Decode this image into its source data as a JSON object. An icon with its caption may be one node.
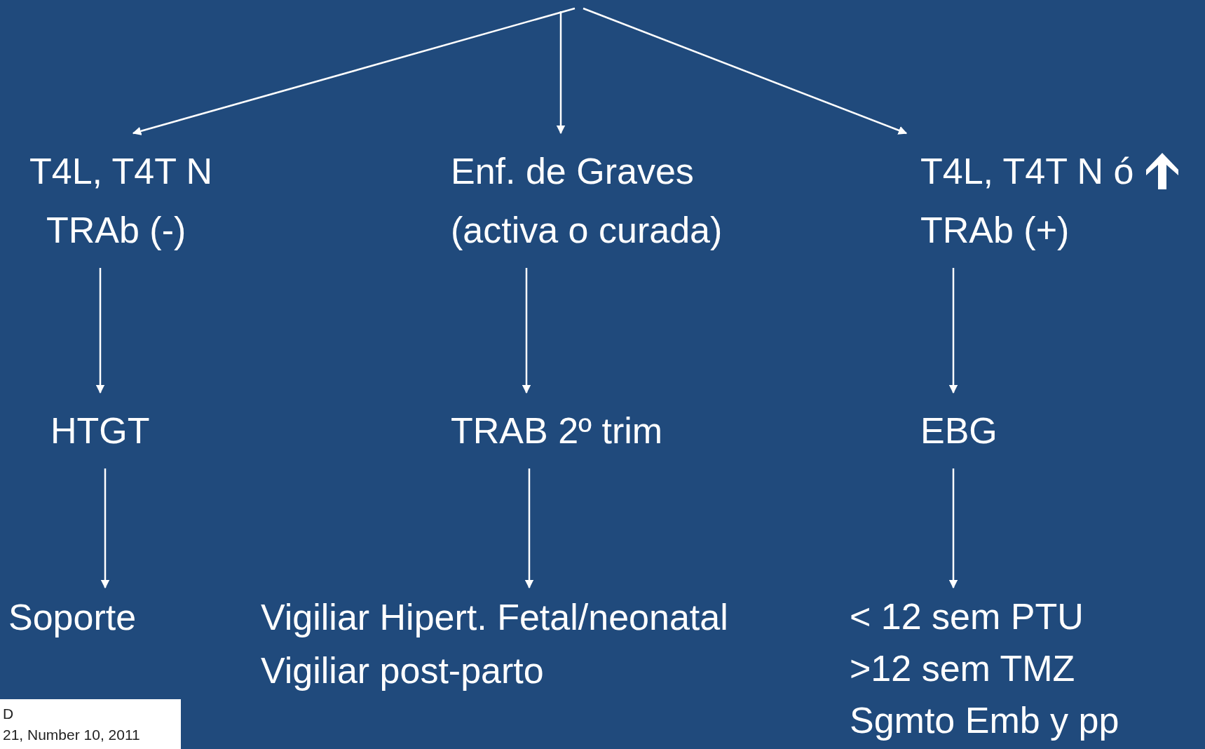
{
  "diagram": {
    "nodes": [
      {
        "text": [
          "T4L, T4T N",
          "TRAb (-)"
        ]
      },
      {
        "text": [
          "Enf. de Graves",
          "(activa o curada)"
        ]
      },
      {
        "text": [
          "T4L, T4T N ó",
          "TRAb (+)"
        ]
      },
      {
        "text": [
          "HTGT"
        ]
      },
      {
        "text": [
          "TRAB 2º trim"
        ]
      },
      {
        "text": [
          "EBG"
        ]
      },
      {
        "text": [
          "Soporte"
        ]
      },
      {
        "text": [
          "Vigiliar Hipert. Fetal/neonatal",
          "Vigiliar post-parto"
        ]
      },
      {
        "text": [
          "< 12 sem PTU",
          ">12 sem TMZ",
          "Sgmto Emb y pp"
        ]
      }
    ],
    "edges": [
      {
        "from": null,
        "to": 0,
        "arrow": "to"
      },
      {
        "from": null,
        "to": 1,
        "arrow": "to"
      },
      {
        "from": null,
        "to": 2,
        "arrow": "to"
      },
      {
        "from": 0,
        "to": 3,
        "arrow": "to"
      },
      {
        "from": 1,
        "to": 4,
        "arrow": "to"
      },
      {
        "from": 2,
        "to": 5,
        "arrow": "to"
      },
      {
        "from": 3,
        "to": 6,
        "arrow": "to"
      },
      {
        "from": 4,
        "to": 7,
        "arrow": "to"
      },
      {
        "from": 5,
        "to": 8,
        "arrow": "to"
      }
    ],
    "labels": [
      "D",
      "21, Number 10, 2011"
    ]
  }
}
